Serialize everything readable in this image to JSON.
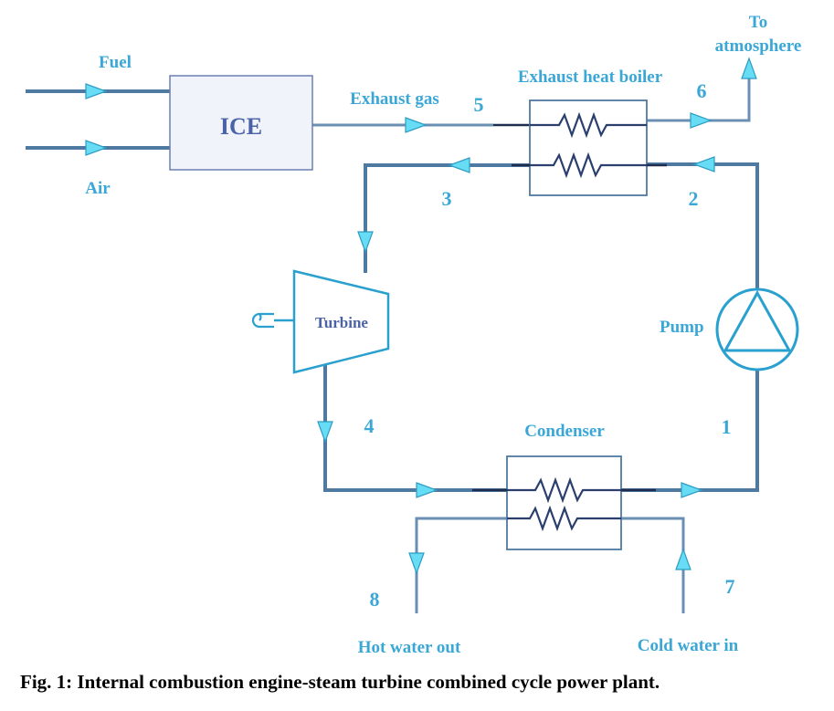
{
  "components": {
    "ice": "ICE",
    "exhaust_heat_boiler": "Exhaust heat boiler",
    "turbine": "Turbine",
    "pump": "Pump",
    "condenser": "Condenser"
  },
  "stream_labels": {
    "fuel": "Fuel",
    "air": "Air",
    "exhaust_gas": "Exhaust gas",
    "to_atmosphere_line1": "To",
    "to_atmosphere_line2": "atmosphere",
    "hot_water_out": "Hot water out",
    "cold_water_in": "Cold water in"
  },
  "state_points": {
    "p1": "1",
    "p2": "2",
    "p3": "3",
    "p4": "4",
    "p5": "5",
    "p6": "6",
    "p7": "7",
    "p8": "8"
  },
  "caption": "Fig. 1: Internal combustion engine-steam turbine combined cycle power plant.",
  "colors": {
    "pipe": "#4e79a0",
    "arrow_fill": "#66ddf4",
    "label_text": "#3aa7d6",
    "component_text": "#4a63a8",
    "caption_text": "#000000"
  }
}
